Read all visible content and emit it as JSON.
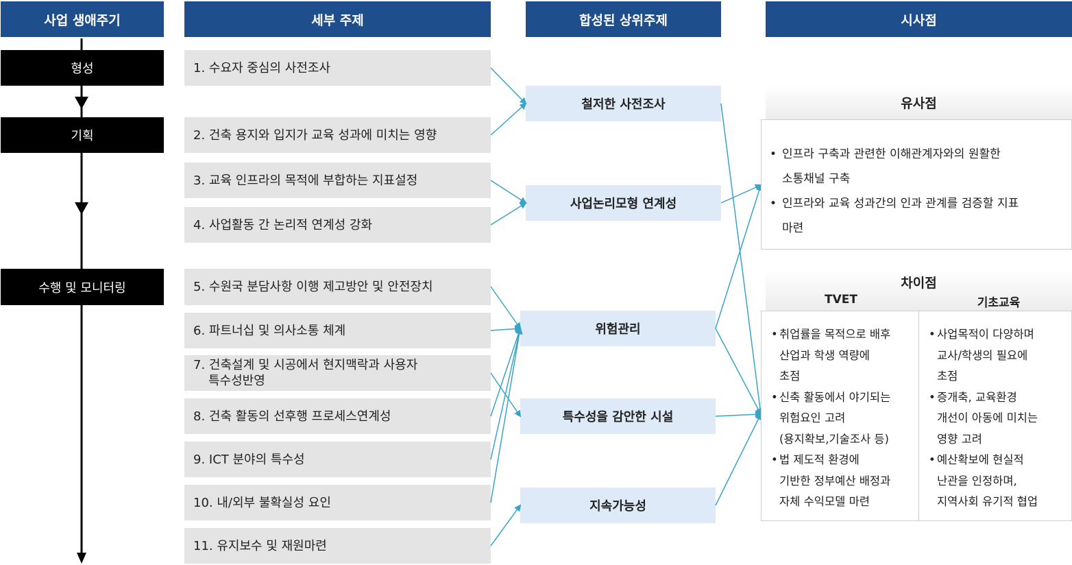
{
  "headers": {
    "lifecycle": "사업 생애주기",
    "detail": "세부 주제",
    "synth": "합성된 상위주제",
    "implications": "시사점"
  },
  "stages": [
    "형성",
    "기획",
    "수행 및 모니터링"
  ],
  "topics": [
    {
      "line1": "1. 수요자 중심의 사전조사",
      "line2": ""
    },
    {
      "line1": "2. 건축 용지와 입지가 교육 성과에 미치는 영향",
      "line2": ""
    },
    {
      "line1": "3. 교육 인프라의 목적에 부합하는 지표설정",
      "line2": ""
    },
    {
      "line1": "4. 사업활동 간 논리적 연계성 강화",
      "line2": ""
    },
    {
      "line1": "5. 수원국 분담사항 이행 제고방안 및 안전장치",
      "line2": ""
    },
    {
      "line1": "6. 파트너십 및 의사소통 체계",
      "line2": ""
    },
    {
      "line1": "7. 건축설계 및 시공에서 현지맥락과 사용자",
      "line2": "특수성반영"
    },
    {
      "line1": "8. 건축 활동의 선후행 프로세스연계성",
      "line2": ""
    },
    {
      "line1": "9. ICT 분야의 특수성",
      "line2": ""
    },
    {
      "line1": "10. 내/외부 불확실성 요인",
      "line2": ""
    },
    {
      "line1": "11. 유지보수 및 재원마련",
      "line2": ""
    }
  ],
  "synth": [
    "철저한 사전조사",
    "사업논리모형 연계성",
    "위험관리",
    "특수성을 감안한 시설",
    "지속가능성"
  ],
  "similarities": {
    "title": "유사점",
    "items": [
      {
        "l1": "인프라 구축과 관련한 이해관계자와의 원활한",
        "l2": "소통채널 구축"
      },
      {
        "l1": "인프라와 교육 성과간의 인과 관계를 검증할 지표",
        "l2": "마련"
      }
    ]
  },
  "differences": {
    "title": "차이점",
    "tvet": {
      "title": "TVET",
      "items": [
        [
          "취업률을 목적으로 배후",
          "산업과 학생 역량에",
          "초점"
        ],
        [
          "신축 활동에서 야기되는",
          "위험요인 고려",
          "(용지확보,기술조사  등)"
        ],
        [
          "법 제도적 환경에",
          "기반한 정부예산 배정과",
          "자체 수익모델 마련"
        ]
      ]
    },
    "basic": {
      "title": "기초교육",
      "items": [
        [
          "사업목적이 다양하며",
          "교사/학생의 필요에",
          "초점"
        ],
        [
          "증개축, 교육환경",
          "개선이 아동에 미치는",
          "영향 고려"
        ],
        [
          "예산확보에 현실적",
          "난관을 인정하며,",
          "지역사회 유기적 협업"
        ]
      ]
    }
  },
  "colors": {
    "header": "#1f4e8c",
    "arrow": "#3aa3c8",
    "synth_bg": "#deeaf7",
    "topic_bg": "#e4e4e4"
  }
}
